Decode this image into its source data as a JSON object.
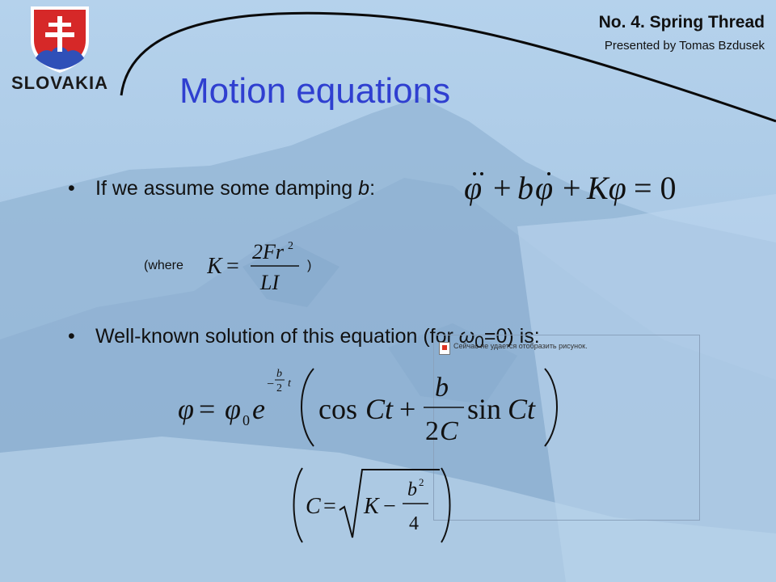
{
  "header": {
    "country": "SLOVAKIA",
    "slide_no": "No. 4. Spring Thread",
    "presenter": "Presented by Tomas Bzdusek"
  },
  "title": "Motion equations",
  "bullets": [
    {
      "prefix": "If we assume some damping ",
      "italic": "b",
      "suffix": ":"
    },
    {
      "text": "Well-known solution of this equation (for ",
      "symbol": "ω",
      "sub": "0",
      "suffix": "=0) is:"
    }
  ],
  "note": {
    "open": "(where",
    "close": ")"
  },
  "equations": {
    "damped": "φ̈ + bφ̇ + Kφ = 0",
    "K": {
      "lhs": "K =",
      "num": "2Fr²",
      "den": "LI"
    },
    "solution": {
      "lhs": "φ = φ",
      "sub0": "0",
      "e": "e",
      "exp": "−(b/2)t",
      "cos": "cos Ct +",
      "frac_num": "b",
      "frac_den": "2C",
      "sin": "sin Ct"
    },
    "C": {
      "lhs": "C =",
      "radicand_a": "K −",
      "num": "b²",
      "den": "4"
    }
  },
  "image_placeholder": {
    "message": "Сейчас не удается отобразить рисунок."
  },
  "colors": {
    "title": "#2f3fd0",
    "background": "#a9c8e4",
    "crest_red": "#d62828",
    "crest_blue": "#2f50b8"
  },
  "icons": {
    "crest": "slovak-coat-of-arms-icon",
    "broken_image": "broken-image-icon"
  }
}
